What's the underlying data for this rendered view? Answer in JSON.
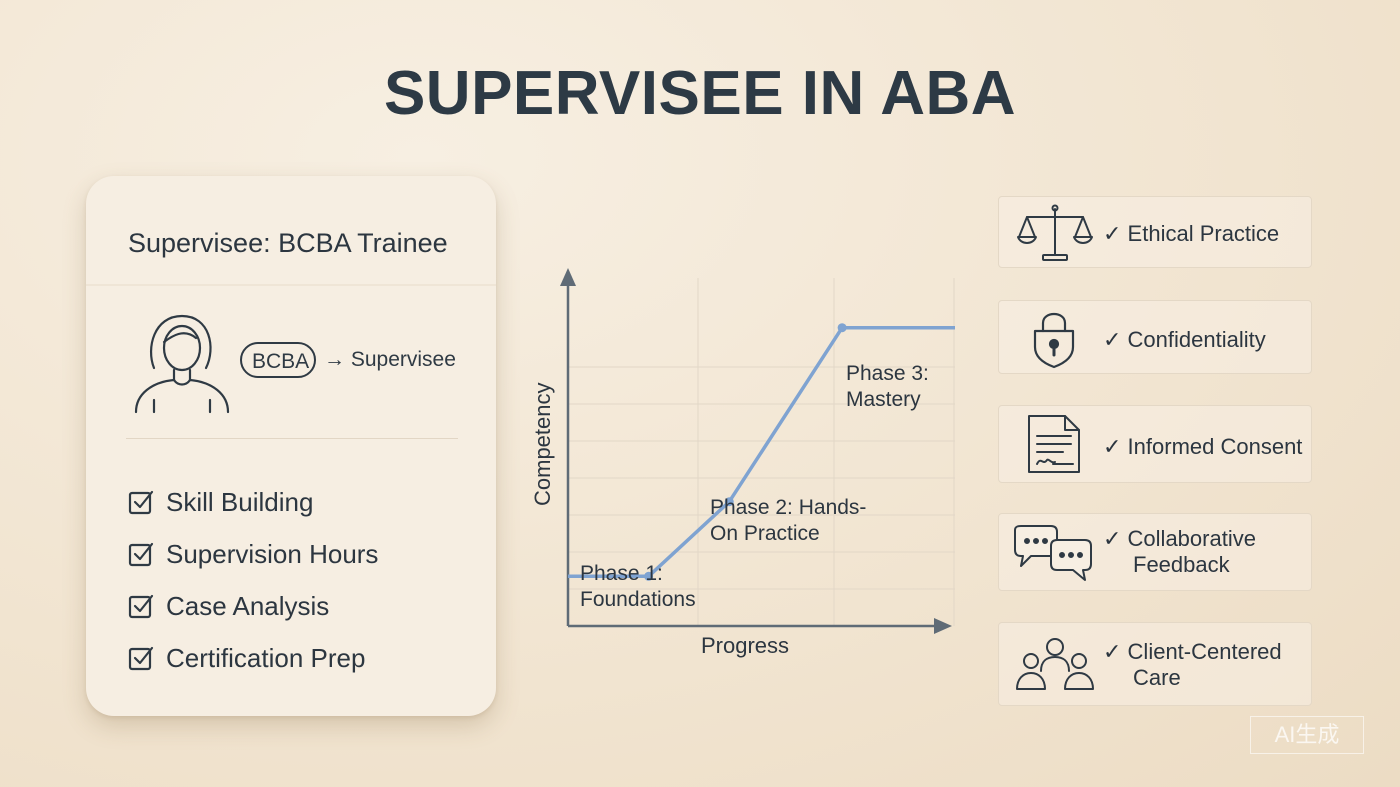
{
  "title": "SUPERVISEE IN ABA",
  "card": {
    "title": "Supervisee: BCBA Trainee",
    "badge": "BCBA",
    "arrow_text": "→ Supervisee",
    "checklist": [
      "Skill Building",
      "Supervision Hours",
      "Case Analysis",
      "Certification Prep"
    ]
  },
  "chart_data": {
    "type": "line",
    "xlabel": "Progress",
    "ylabel": "Competency",
    "series": [
      {
        "points": [
          [
            0,
            1
          ],
          [
            1,
            1
          ],
          [
            2,
            2.5
          ],
          [
            3.4,
            6
          ],
          [
            4.8,
            6
          ]
        ]
      }
    ],
    "xlim": [
      0,
      4.8
    ],
    "ylim": [
      0,
      7
    ],
    "annotations": [
      {
        "lines": [
          "Phase 1:",
          "Foundations"
        ]
      },
      {
        "lines": [
          "Phase 2: Hands-",
          "On Practice"
        ]
      },
      {
        "lines": [
          "Phase 3:",
          "Mastery"
        ]
      }
    ],
    "line_color": "#7fa3d1",
    "grid": true
  },
  "features": [
    {
      "icon": "scales-icon",
      "lines": [
        "✓ Ethical Practice"
      ]
    },
    {
      "icon": "lock-icon",
      "lines": [
        "✓ Confidentiality"
      ]
    },
    {
      "icon": "document-icon",
      "lines": [
        "✓ Informed Consent"
      ]
    },
    {
      "icon": "chat-bubbles-icon",
      "lines": [
        "✓ Collaborative",
        "Feedback"
      ]
    },
    {
      "icon": "people-icon",
      "lines": [
        "✓ Client-Centered",
        "Care"
      ]
    }
  ],
  "watermark": "AI生成"
}
